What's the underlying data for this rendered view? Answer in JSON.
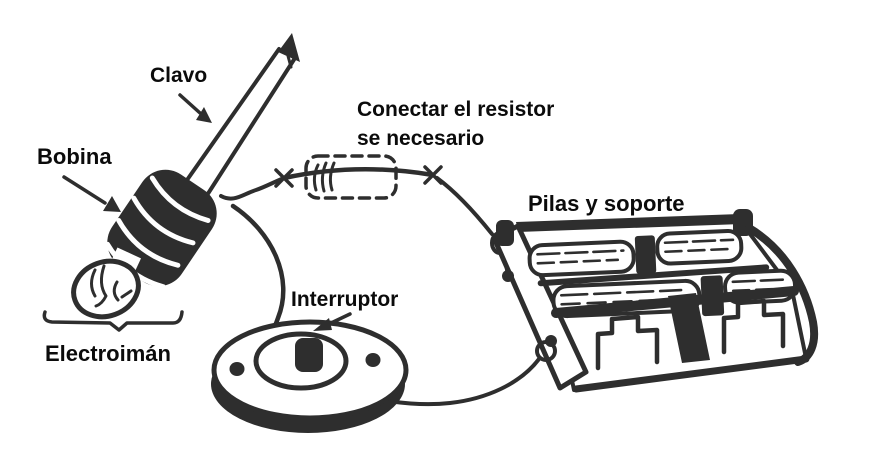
{
  "colors": {
    "ink": "#2e2e2e",
    "label_text": "#0b0b0b",
    "background": "#ffffff"
  },
  "labels": {
    "clavo": "Clavo",
    "bobina": "Bobina",
    "electroiman": "Electroimán",
    "interruptor": "Interruptor",
    "resistor_note_1": "Conectar el resistor",
    "resistor_note_2": "se necesario",
    "pilas": "Pilas y soporte"
  }
}
